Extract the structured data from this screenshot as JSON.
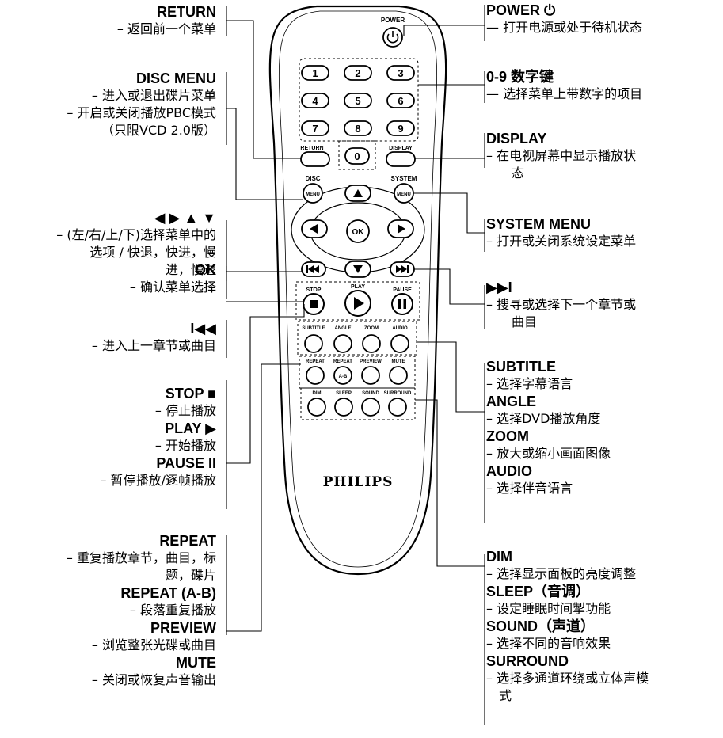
{
  "remote": {
    "brand": "PHILIPS",
    "power_label": "POWER",
    "digits": [
      "1",
      "2",
      "3",
      "4",
      "5",
      "6",
      "7",
      "8",
      "9",
      "0"
    ],
    "return_label": "RETURN",
    "display_label": "DISPLAY",
    "disc_label": "DISC",
    "system_label": "SYSTEM",
    "menu_label": "MENU",
    "ok_label": "OK",
    "stop_label": "STOP",
    "play_label": "PLAY",
    "pause_label": "PAUSE",
    "row1": [
      "SUBTITLE",
      "ANGLE",
      "ZOOM",
      "AUDIO"
    ],
    "row2": [
      "REPEAT",
      "REPEAT",
      "PREVIEW",
      "MUTE"
    ],
    "row2_inner": "A-B",
    "row3": [
      "DIM",
      "SLEEP",
      "SOUND",
      "SURROUND"
    ]
  },
  "left": {
    "return": {
      "title": "RETURN",
      "lines": [
        "– 返回前一个菜单"
      ]
    },
    "disc_menu": {
      "title": "DISC MENU",
      "lines": [
        "– 进入或退出碟片菜单",
        "– 开启或关闭播放PBC模式",
        "（只限VCD 2.0版）"
      ]
    },
    "arrows": {
      "title": "◀ ▶ ▲ ▼",
      "lines": [
        "– (左/右/上/下)选择菜单中的",
        "选项 / 快退，快进，慢",
        "进，慢退"
      ]
    },
    "ok": {
      "title": "OK",
      "lines": [
        "– 确认菜单选择"
      ]
    },
    "prev": {
      "title": "I◀◀",
      "lines": [
        "– 进入上一章节或曲目"
      ]
    },
    "stop": {
      "title": "STOP ■",
      "lines": [
        "– 停止播放"
      ]
    },
    "play": {
      "title": "PLAY ▶",
      "lines": [
        "– 开始播放"
      ]
    },
    "pause": {
      "title": "PAUSE II",
      "lines": [
        "– 暂停播放/逐帧播放"
      ]
    },
    "repeat": {
      "title": "REPEAT",
      "lines": [
        "– 重复播放章节，曲目，标",
        "题，碟片"
      ]
    },
    "repeat_ab": {
      "title": "REPEAT (A-B)",
      "lines": [
        "– 段落重复播放"
      ]
    },
    "preview": {
      "title": "PREVIEW",
      "lines": [
        "– 浏览整张光碟或曲目"
      ]
    },
    "mute": {
      "title": "MUTE",
      "lines": [
        "– 关闭或恢复声音输出"
      ]
    }
  },
  "right": {
    "power": {
      "title": "POWER ⏻",
      "lines": [
        "— 打开电源或处于待机状态"
      ]
    },
    "digits": {
      "title": "0-9 数字键",
      "lines": [
        "— 选择菜单上带数字的项目"
      ]
    },
    "display": {
      "title": "DISPLAY",
      "lines": [
        "– 在电视屏幕中显示播放状",
        "态"
      ]
    },
    "system_menu": {
      "title": "SYSTEM MENU",
      "lines": [
        "– 打开或关闭系统设定菜单"
      ]
    },
    "next": {
      "title": "▶▶I",
      "lines": [
        "– 搜寻或选择下一个章节或",
        "曲目"
      ]
    },
    "subtitle": {
      "title": "SUBTITLE",
      "lines": [
        "– 选择字幕语言"
      ]
    },
    "angle": {
      "title": "ANGLE",
      "lines": [
        "– 选择DVD播放角度"
      ]
    },
    "zoom": {
      "title": "ZOOM",
      "lines": [
        "– 放大或缩小画面图像"
      ]
    },
    "audio": {
      "title": "AUDIO",
      "lines": [
        "– 选择伴音语言"
      ]
    },
    "dim": {
      "title": "DIM",
      "lines": [
        "– 选择显示面板的亮度调整"
      ]
    },
    "sleep": {
      "title": "SLEEP（音调）",
      "lines": [
        "– 设定睡眠时间掣功能"
      ]
    },
    "sound": {
      "title": "SOUND（声道）",
      "lines": [
        "– 选择不同的音响效果"
      ]
    },
    "surround": {
      "title": "SURROUND",
      "lines": [
        "– 选择多通道环绕或立体声模",
        "式"
      ]
    }
  }
}
